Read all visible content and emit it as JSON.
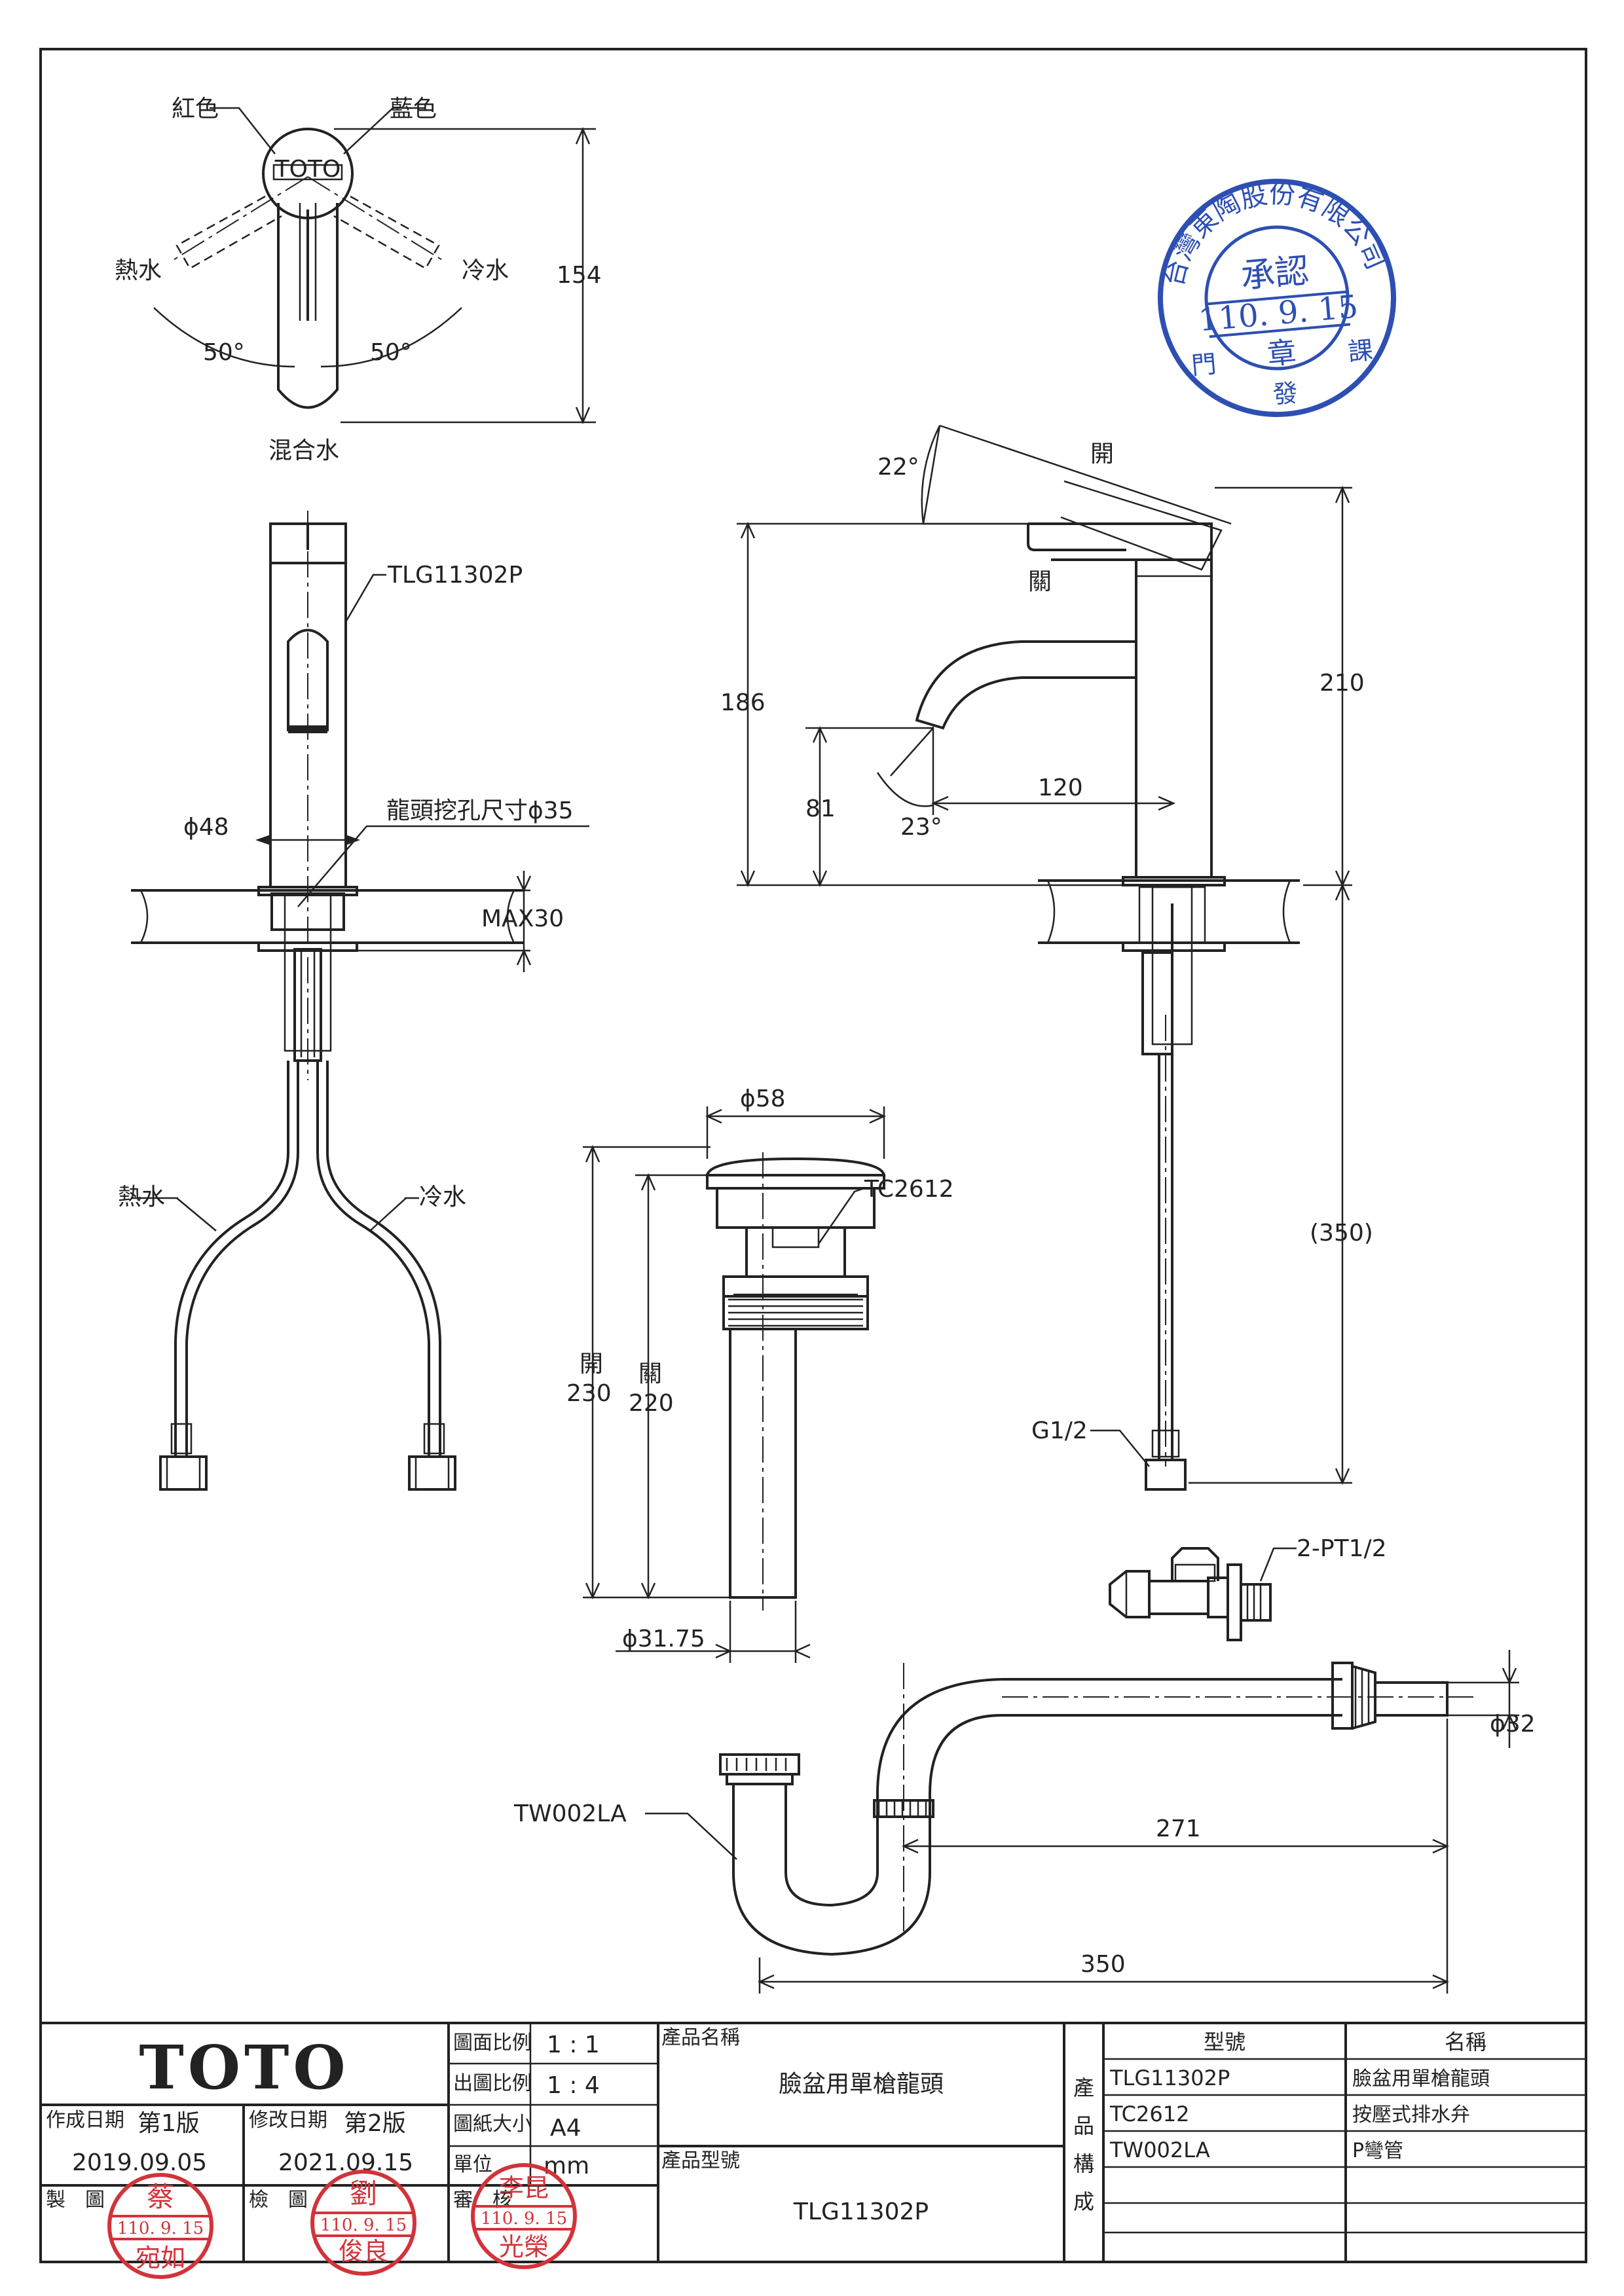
{
  "top_view": {
    "red_label": "紅色",
    "blue_label": "藍色",
    "hot_label": "熱水",
    "cold_label": "冷水",
    "angle_left": "50°",
    "angle_right": "50°",
    "mixed_label": "混合水",
    "height_dim": "154",
    "handle_mark": "TOTO"
  },
  "front_view": {
    "model_label": "TLG11302P",
    "dia_dim": "ϕ48",
    "hole_label": "龍頭挖孔尺寸ϕ35",
    "max_label": "MAX30",
    "hot_label": "熱水",
    "cold_label": "冷水"
  },
  "side_view": {
    "open_angle": "22°",
    "open_label": "開",
    "close_label": "關",
    "height_186": "186",
    "height_210": "210",
    "height_81": "81",
    "reach_120": "120",
    "spout_angle": "23°",
    "hose_length": "(350)",
    "thread_label": "G1/2"
  },
  "drain": {
    "dia_top": "ϕ58",
    "model_label": "TC2612",
    "open_label": "開",
    "open_dim": "230",
    "close_label": "關",
    "close_dim": "220",
    "dia_bottom": "ϕ31.75"
  },
  "valve": {
    "label": "2-PT1/2"
  },
  "trap": {
    "model_label": "TW002LA",
    "dia_dim": "ϕ32",
    "dim_271": "271",
    "dim_350": "350"
  },
  "approval_stamp": {
    "company": "台灣東陶股份有限公司",
    "title": "承認",
    "date": "110. 9. 15",
    "center": "章",
    "left": "門",
    "bottom": "發",
    "right": "課"
  },
  "title_block": {
    "logo": "TOTO",
    "scale_label": "圖面比例",
    "scale_value": "1 : 1",
    "print_scale_label": "出圖比例",
    "print_scale_value": "1 : 4",
    "paper_label": "圖紙大小",
    "paper_value": "A4",
    "unit_label": "單位",
    "unit_value": "mm",
    "created_label": "作成日期",
    "created_version": "第1版",
    "created_date": "2019.09.05",
    "modified_label": "修改日期",
    "modified_version": "第2版",
    "modified_date": "2021.09.15",
    "drawn_label": "製　圖",
    "checked_label": "檢　圖",
    "review_label": "審　核",
    "product_name_label": "產品名稱",
    "product_name": "臉盆用單槍龍頭",
    "product_model_label": "產品型號",
    "product_model": "TLG11302P",
    "composition_label": [
      "產",
      "品",
      "構",
      "成"
    ],
    "col_model": "型號",
    "col_name": "名稱",
    "rows": [
      {
        "model": "TLG11302P",
        "name": "臉盆用單槍龍頭"
      },
      {
        "model": "TC2612",
        "name": "按壓式排水弁"
      },
      {
        "model": "TW002LA",
        "name": "P彎管"
      }
    ]
  },
  "signature_stamps": {
    "drawn": {
      "name_top": "蔡",
      "date": "110. 9. 15",
      "name_bottom": "宛如"
    },
    "checked": {
      "name_top": "劉",
      "date": "110. 9. 15",
      "name_bottom": "俊良"
    },
    "review": {
      "name_top": "李昆",
      "date": "110. 9. 15",
      "name_bottom": "光榮"
    }
  }
}
